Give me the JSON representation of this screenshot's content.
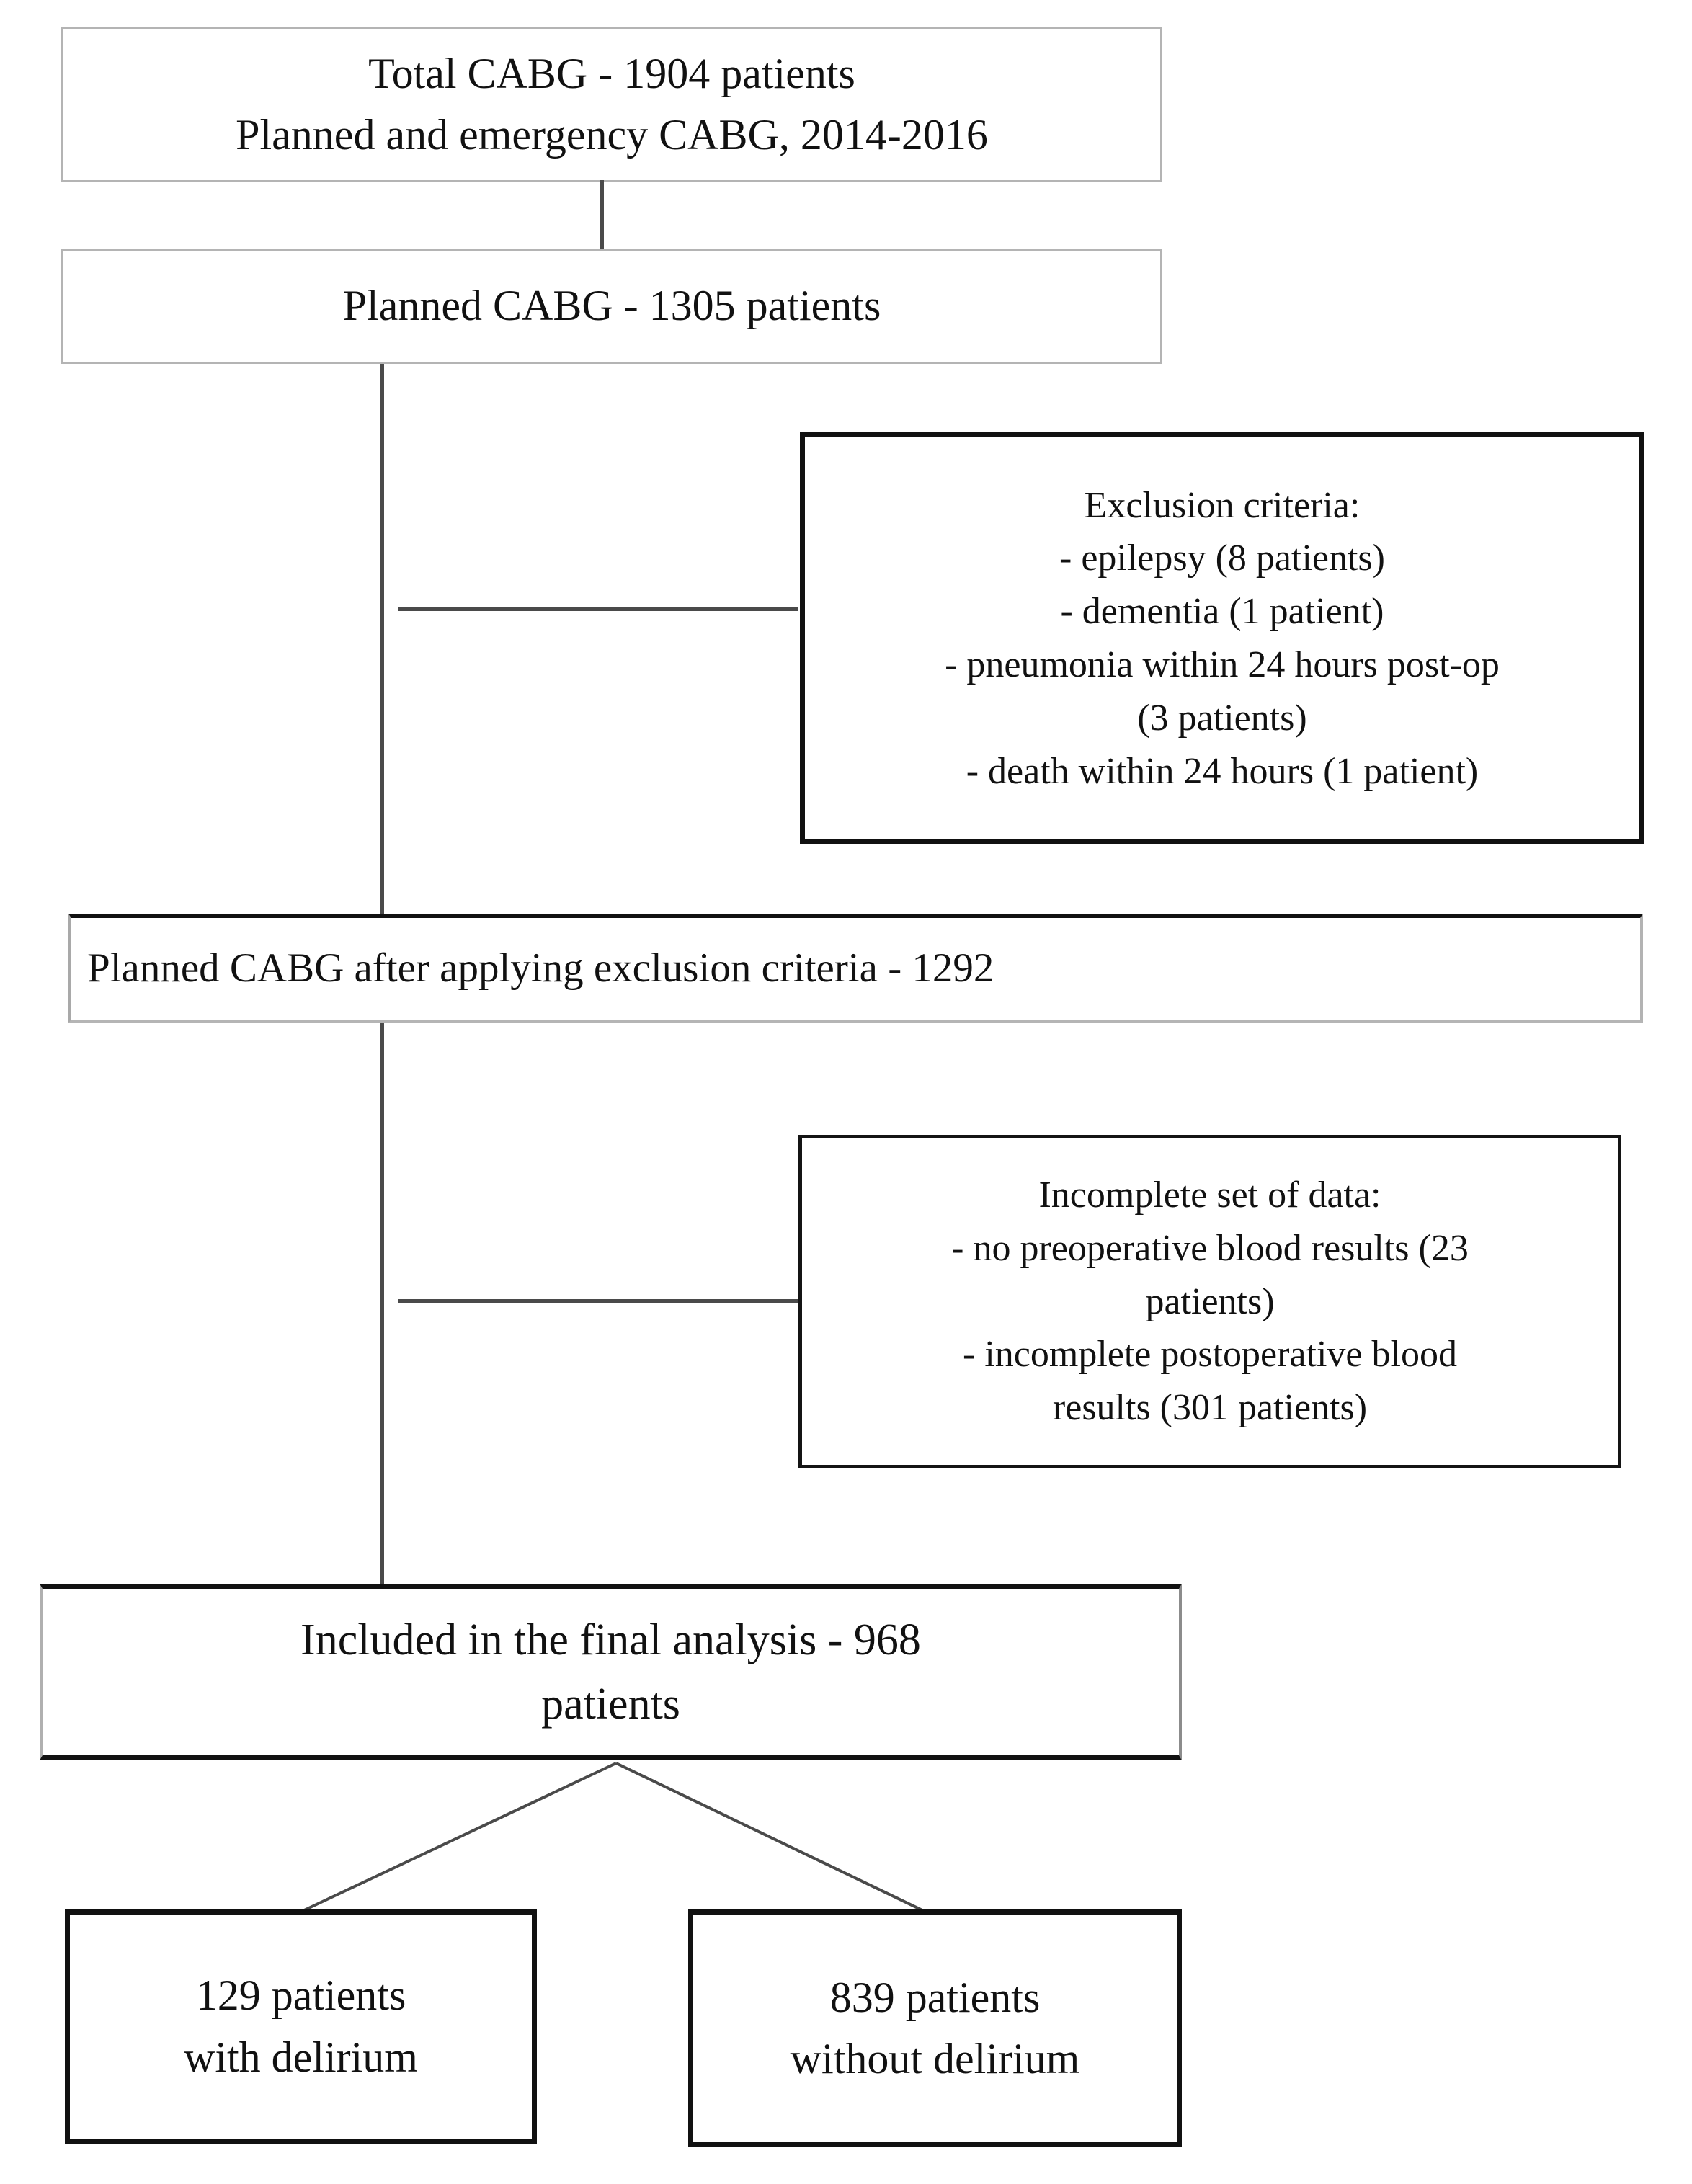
{
  "figure": {
    "type": "flowchart",
    "subject": "CABG patient selection / delirium study CONSORT-style flow diagram"
  },
  "nodes": {
    "total_cabg": {
      "line1": "Total CABG - 1904 patients",
      "line2": "Planned and emergency CABG, 2014-2016",
      "text": "Total CABG - 1904 patients\nPlanned and emergency CABG, 2014-2016"
    },
    "planned_cabg": {
      "text": "Planned CABG - 1305 patients"
    },
    "exclusion_criteria": {
      "heading": "Exclusion criteria:",
      "items": [
        "- epilepsy (8 patients)",
        "- dementia (1 patient)",
        "- pneumonia within 24 hours post-op (3 patients)",
        "- death within 24 hours (1 patient)"
      ],
      "text": "Exclusion criteria:\n- epilepsy (8 patients)\n- dementia (1 patient)\n- pneumonia within 24 hours post-op\n(3 patients)\n- death within 24 hours (1 patient)"
    },
    "after_exclusion": {
      "text": "Planned CABG after applying exclusion criteria - 1292"
    },
    "incomplete_data": {
      "heading": "Incomplete set of data:",
      "items": [
        "- no preoperative blood results (23 patients)",
        "- incomplete postoperative blood results (301 patients)"
      ],
      "text": "Incomplete set of data:\n- no preoperative blood results (23\npatients)\n- incomplete postoperative blood\nresults (301 patients)"
    },
    "final_analysis": {
      "text": "Included in the final analysis - 968\npatients"
    },
    "with_delirium": {
      "text": "129 patients\nwith delirium"
    },
    "without_delirium": {
      "text": "839 patients\nwithout delirium"
    }
  },
  "counts": {
    "total_cabg": 1904,
    "planned_cabg": 1305,
    "excluded_epilepsy": 8,
    "excluded_dementia": 1,
    "excluded_pneumonia": 3,
    "excluded_death": 1,
    "after_exclusion": 1292,
    "missing_preoperative_blood": 23,
    "incomplete_postoperative_blood": 301,
    "final_analysis": 968,
    "with_delirium": 129,
    "without_delirium": 839
  },
  "period": "2014-2016",
  "colors": {
    "background": "#ffffff",
    "text": "#111111",
    "light_border": "#b4b4b4",
    "dark_border": "#111111",
    "connector": "#4a4a4a"
  }
}
